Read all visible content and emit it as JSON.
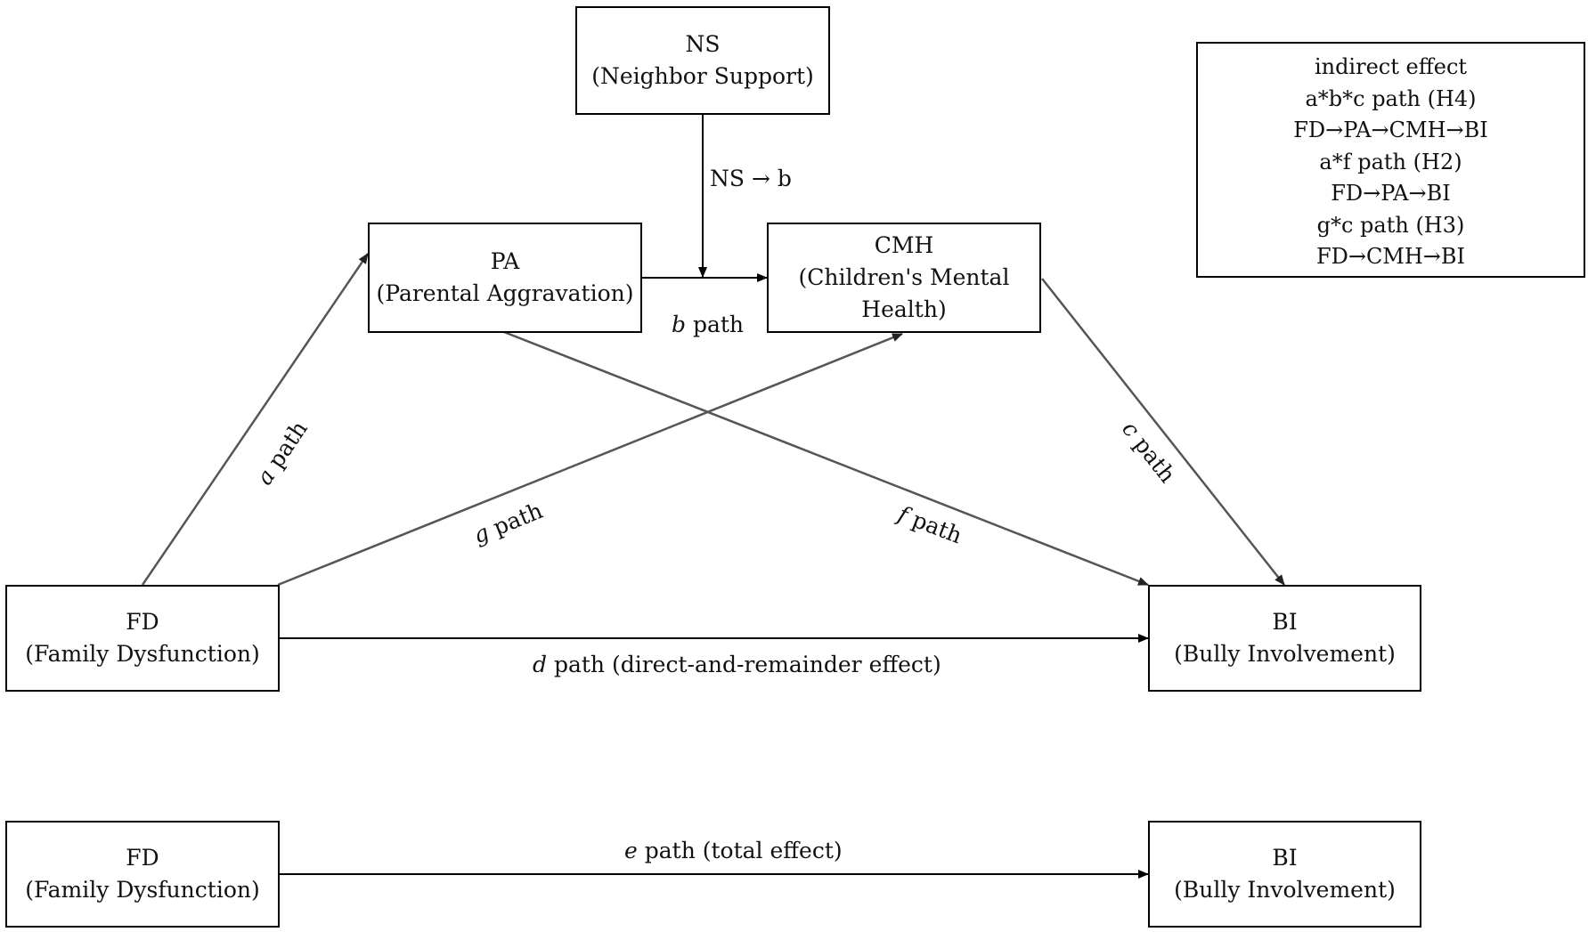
{
  "nodes": {
    "ns": {
      "abbr": "NS",
      "full": "(Neighbor Support)"
    },
    "pa": {
      "abbr": "PA",
      "full": "(Parental Aggravation)"
    },
    "cmh": {
      "abbr": "CMH",
      "full_line1": "(Children's Mental",
      "full_line2": "Health)"
    },
    "fd": {
      "abbr": "FD",
      "full": "(Family Dysfunction)"
    },
    "bi": {
      "abbr": "BI",
      "full": "(Bully Involvement)"
    },
    "fd_total": {
      "abbr": "FD",
      "full": "(Family Dysfunction)"
    },
    "bi_total": {
      "abbr": "BI",
      "full": "(Bully Involvement)"
    }
  },
  "paths": {
    "ns_moderation": "NS → b",
    "a": {
      "letter": "a",
      "text": " path"
    },
    "b": {
      "letter": "b",
      "text": " path"
    },
    "c": {
      "letter": "c",
      "text": " path"
    },
    "d": {
      "letter": "d",
      "text": " path (direct-and-remainder effect)"
    },
    "e": {
      "letter": "e",
      "text": " path (total effect)"
    },
    "f": {
      "letter": "f",
      "text": " path"
    },
    "g": {
      "letter": "g",
      "text": " path"
    }
  },
  "legend": {
    "title": "indirect effect",
    "lines": [
      "a*b*c path (H4)",
      "FD→PA→CMH→BI",
      "a*f path (H2)",
      "FD→PA→BI",
      "g*c path (H3)",
      "FD→CMH→BI"
    ]
  },
  "colors": {
    "arrow": "#000000",
    "arrow_gray": "#555555"
  }
}
